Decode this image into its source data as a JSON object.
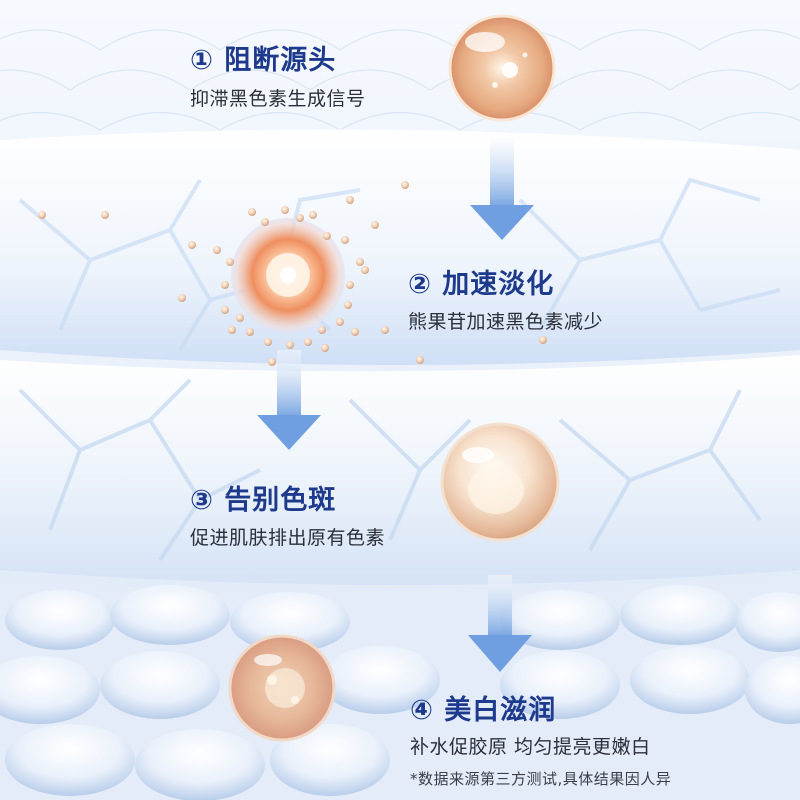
{
  "steps": [
    {
      "title": "① 阻断源头",
      "desc": "抑滞黑色素生成信号"
    },
    {
      "title": "② 加速淡化",
      "desc": "熊果苷加速黑色素减少"
    },
    {
      "title": "③ 告别色斑",
      "desc": "促进肌肤排出原有色素"
    },
    {
      "title": "④ 美白滋润",
      "desc": "补水促胶原 均匀提亮更嫩白"
    }
  ],
  "footnote": "*数据来源第三方测试,具体结果因人异",
  "colors": {
    "title": "#1e3a8c",
    "arrow": "#6f9fe0",
    "skin_light": "#f4f8fd",
    "skin_blue": "#cfe0f6"
  }
}
